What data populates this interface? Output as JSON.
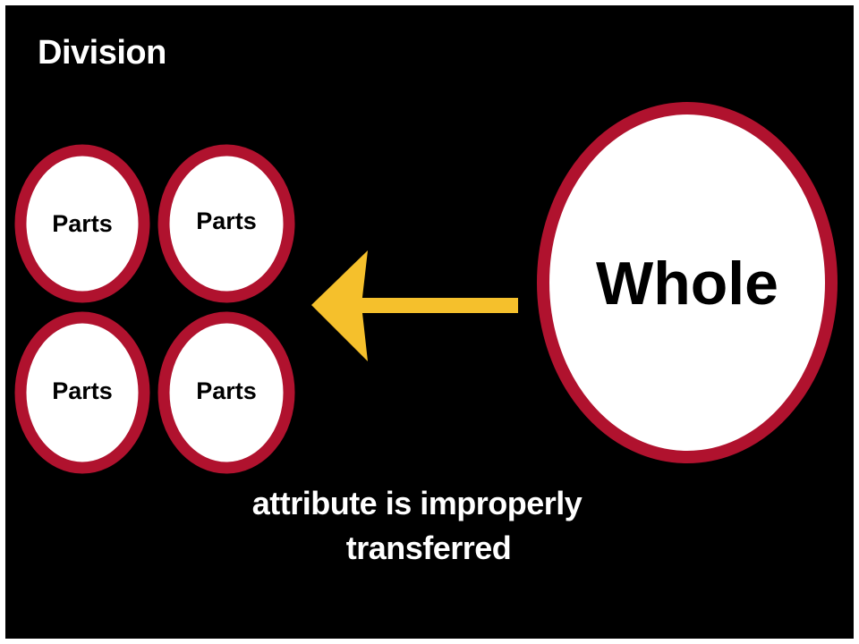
{
  "slide": {
    "title": "Division",
    "caption_line1": "attribute is improperly",
    "caption_line2": "transferred"
  },
  "diagram": {
    "whole": {
      "label": "Whole"
    },
    "parts": [
      {
        "label": "Parts"
      },
      {
        "label": "Parts"
      },
      {
        "label": "Parts"
      },
      {
        "label": "Parts"
      }
    ]
  },
  "colors": {
    "background": "#000000",
    "ring": "#b0122e",
    "fill": "#ffffff",
    "arrow": "#f5c02c",
    "text_light": "#ffffff",
    "text_dark": "#000000"
  }
}
